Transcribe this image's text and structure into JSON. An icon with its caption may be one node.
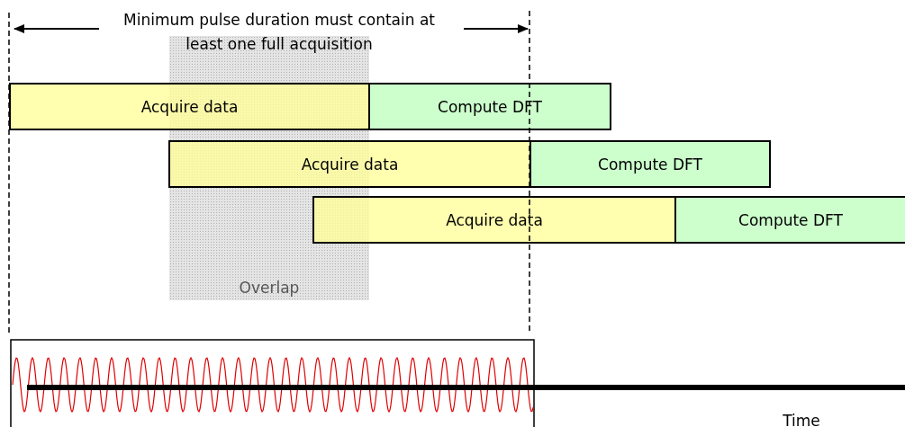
{
  "diagram": {
    "nodes": [
      {
        "text": [
          "Acquire data"
        ]
      },
      {
        "text": [
          "Compute DFT"
        ]
      },
      {
        "text": [
          "Acquire data"
        ]
      },
      {
        "text": [
          "Compute DFT"
        ]
      },
      {
        "text": [
          "Acquire data"
        ]
      },
      {
        "text": [
          "Compute DFT"
        ]
      },
      {
        "text": [
          "Overlap"
        ]
      }
    ],
    "labels": [
      "Minimum pulse duration must contain at least one full acquisition",
      "Time"
    ]
  }
}
